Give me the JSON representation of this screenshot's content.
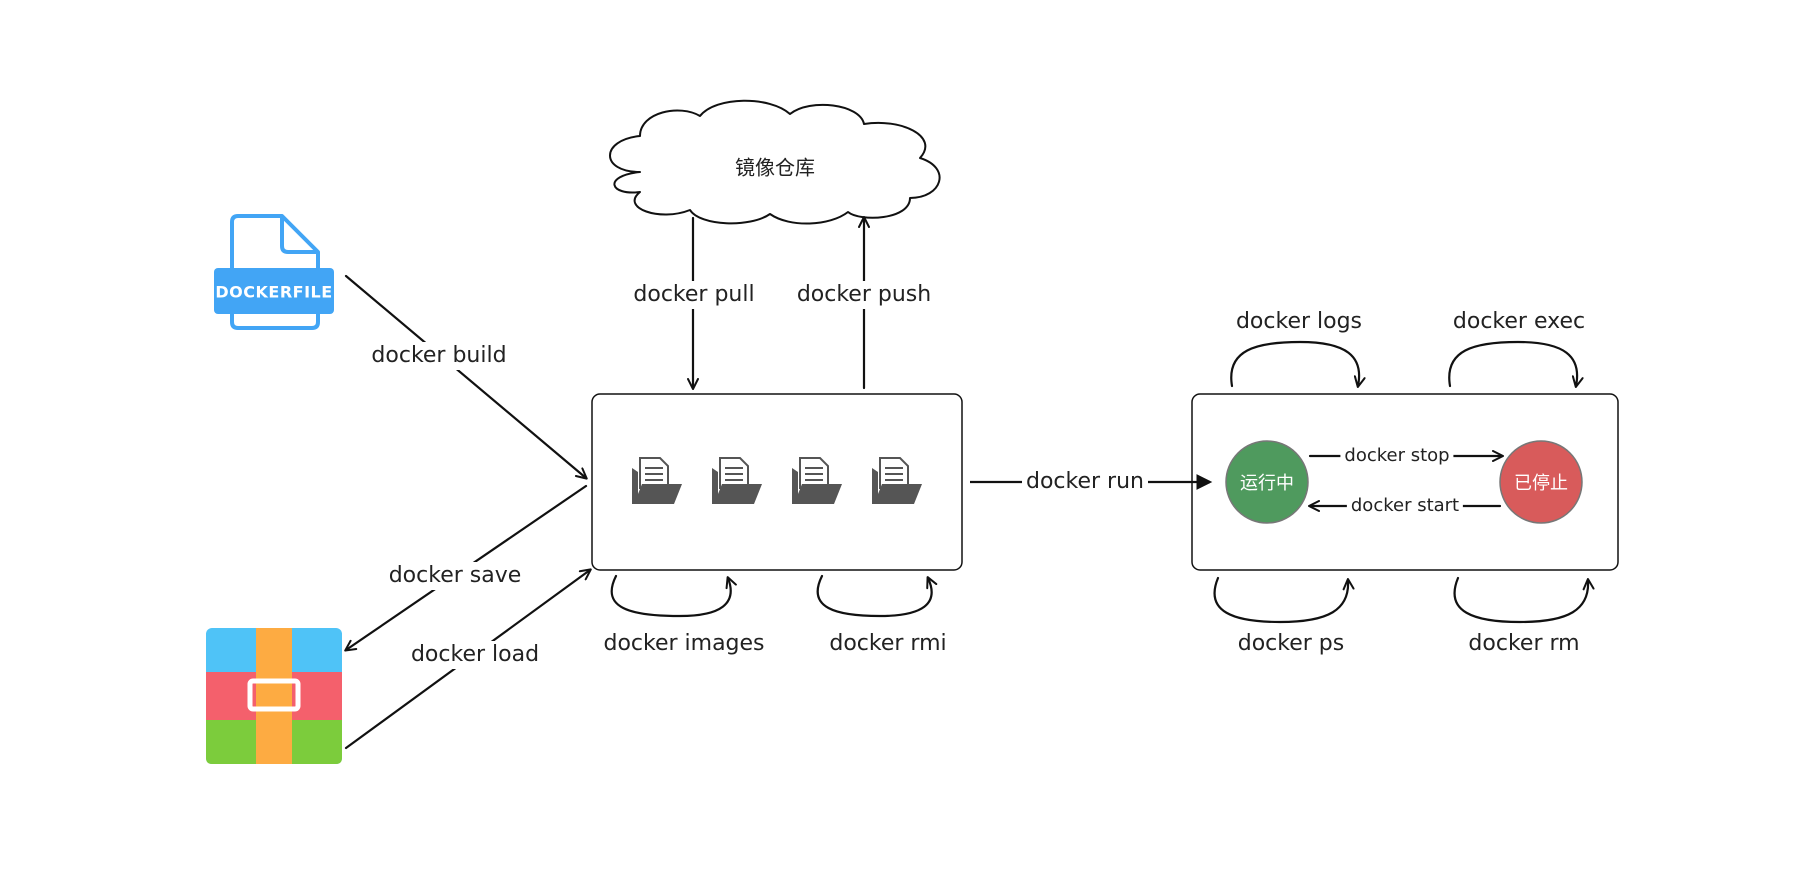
{
  "colors": {
    "stroke": "#111111",
    "dockerfile_blue": "#42a5f5",
    "running_green": "#4f9a5e",
    "stopped_red": "#d85b5b",
    "folder_gray": "#555555",
    "archive_blue": "#4fc3f7",
    "archive_red": "#f4606c",
    "archive_green": "#7ccc3c",
    "archive_orange": "#fdab42"
  },
  "registry": {
    "label": "镜像仓库"
  },
  "dockerfile": {
    "label": "DOCKERFILE",
    "icon": "file-icon"
  },
  "archive": {
    "icon": "archive-icon"
  },
  "images_box": {
    "icons": [
      "image-folder-icon",
      "image-folder-icon",
      "image-folder-icon",
      "image-folder-icon"
    ]
  },
  "containers_box": {
    "running": "运行中",
    "stopped": "已停止"
  },
  "commands": {
    "build": "docker build",
    "save": "docker save",
    "load": "docker load",
    "pull": "docker pull",
    "push": "docker push",
    "images": "docker images",
    "rmi": "docker rmi",
    "run": "docker run",
    "logs": "docker logs",
    "exec": "docker exec",
    "stop": "docker stop",
    "start": "docker start",
    "ps": "docker ps",
    "rm": "docker rm"
  }
}
